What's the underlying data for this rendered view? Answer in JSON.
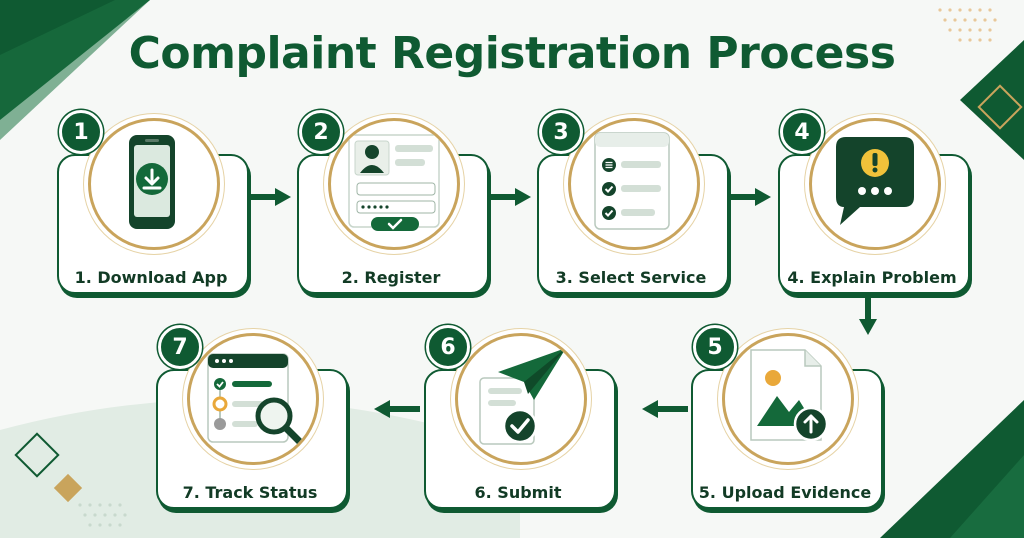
{
  "title": "Complaint Registration Process",
  "colors": {
    "primary": "#0f5a32",
    "accent": "#c9a45c",
    "light": "#d8e6dc"
  },
  "steps": [
    {
      "number": "1",
      "label": "1. Download App",
      "icon": "phone-download-icon"
    },
    {
      "number": "2",
      "label": "2. Register",
      "icon": "registration-form-icon"
    },
    {
      "number": "3",
      "label": "3. Select Service",
      "icon": "service-checklist-icon"
    },
    {
      "number": "4",
      "label": "4. Explain Problem",
      "icon": "alert-speech-bubble-icon"
    },
    {
      "number": "5",
      "label": "5. Upload Evidence",
      "icon": "image-upload-icon"
    },
    {
      "number": "6",
      "label": "6. Submit",
      "icon": "paper-plane-submit-icon"
    },
    {
      "number": "7",
      "label": "7. Track Status",
      "icon": "track-status-magnifier-icon"
    }
  ]
}
